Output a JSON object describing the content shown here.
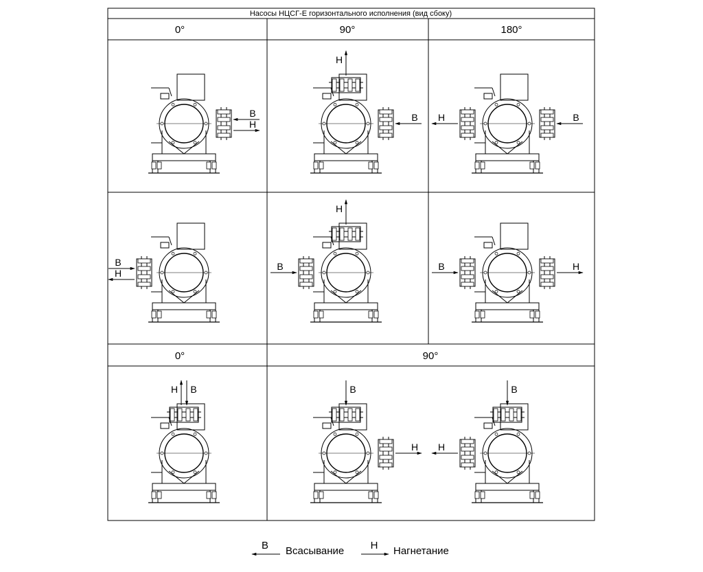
{
  "table": {
    "title": "Насосы НЦСГ-Е горизонтального исполнения (вид сбоку)",
    "headers_top": [
      "0°",
      "90°",
      "180°"
    ],
    "headers_bottom": [
      "0°",
      "90°"
    ]
  },
  "flow_labels": {
    "suction": "В",
    "discharge": "Н"
  },
  "legend": {
    "suction_letter": "В",
    "suction_text": "Всасывание",
    "discharge_letter": "Н",
    "discharge_text": "Нагнетание"
  },
  "pumps": [
    {
      "id": "r1c1",
      "top_flange": false,
      "left_flange": false,
      "right_flange": true,
      "arrows": [
        {
          "side": "right",
          "dir": "in",
          "label": "suction"
        },
        {
          "side": "right",
          "dir": "out",
          "label": "discharge"
        }
      ]
    },
    {
      "id": "r1c2",
      "top_flange": true,
      "left_flange": false,
      "right_flange": true,
      "arrows": [
        {
          "side": "top",
          "dir": "out",
          "label": "discharge"
        },
        {
          "side": "right",
          "dir": "in",
          "label": "suction"
        }
      ]
    },
    {
      "id": "r1c3",
      "top_flange": false,
      "left_flange": true,
      "right_flange": true,
      "arrows": [
        {
          "side": "left",
          "dir": "out",
          "label": "discharge"
        },
        {
          "side": "right",
          "dir": "in",
          "label": "suction"
        }
      ]
    },
    {
      "id": "r2c1",
      "top_flange": false,
      "left_flange": true,
      "right_flange": false,
      "arrows": [
        {
          "side": "left",
          "dir": "in",
          "label": "suction"
        },
        {
          "side": "left",
          "dir": "out",
          "label": "discharge"
        }
      ]
    },
    {
      "id": "r2c2",
      "top_flange": true,
      "left_flange": true,
      "right_flange": false,
      "arrows": [
        {
          "side": "top",
          "dir": "out",
          "label": "discharge"
        },
        {
          "side": "left",
          "dir": "in",
          "label": "suction"
        }
      ]
    },
    {
      "id": "r2c3",
      "top_flange": false,
      "left_flange": true,
      "right_flange": true,
      "arrows": [
        {
          "side": "left",
          "dir": "in",
          "label": "suction"
        },
        {
          "side": "right",
          "dir": "out",
          "label": "discharge"
        }
      ]
    },
    {
      "id": "r3c1",
      "top_flange": true,
      "left_flange": false,
      "right_flange": false,
      "arrows": [
        {
          "side": "top",
          "dir": "out",
          "label": "discharge"
        },
        {
          "side": "top",
          "dir": "in",
          "label": "suction"
        }
      ]
    },
    {
      "id": "r3c2",
      "top_flange": true,
      "left_flange": false,
      "right_flange": true,
      "arrows": [
        {
          "side": "top",
          "dir": "in",
          "label": "suction"
        },
        {
          "side": "right",
          "dir": "out",
          "label": "discharge"
        }
      ]
    },
    {
      "id": "r3c3",
      "top_flange": true,
      "left_flange": true,
      "right_flange": false,
      "arrows": [
        {
          "side": "top",
          "dir": "in",
          "label": "suction"
        },
        {
          "side": "left",
          "dir": "out",
          "label": "discharge"
        }
      ]
    }
  ]
}
